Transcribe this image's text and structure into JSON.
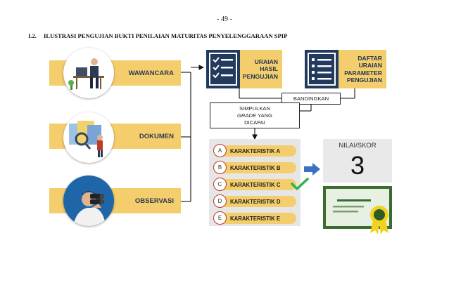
{
  "page_number": "- 49 -",
  "heading": {
    "number": "I.2.",
    "title": "ILUSTRASI PENGUJIAN BUKTI PENILAIAN MATURITAS PENYELENGGARAAN SPIP"
  },
  "methods": [
    {
      "label": "WAWANCARA",
      "icon": "interview-icon"
    },
    {
      "label": "DOKUMEN",
      "icon": "document-review-icon"
    },
    {
      "label": "OBSERVASI",
      "icon": "binoculars-observer-icon"
    }
  ],
  "boxes": {
    "uraian_lines": [
      "URAIAN",
      "HASIL",
      "PENGUJIAN"
    ],
    "daftar_lines": [
      "DAFTAR",
      "URAIAN",
      "PARAMETER",
      "PENGUJIAN"
    ],
    "bandingkan": "BANDINGKAN",
    "simpulkan_1": "SIMPULKAN",
    "simpulkan_grade": "GRADE",
    "simpulkan_yang": " YANG",
    "simpulkan_3": "DICAPAI"
  },
  "characteristics": [
    {
      "letter": "A",
      "label": "KARAKTERISTIK A"
    },
    {
      "letter": "B",
      "label": "KARAKTERISTIK B"
    },
    {
      "letter": "C",
      "label": "KARAKTERISTIK C"
    },
    {
      "letter": "D",
      "label": "KARAKTERISTIK D"
    },
    {
      "letter": "E",
      "label": "KARAKTERISTIK E"
    }
  ],
  "selected_letter": "C",
  "score": {
    "title": "NILAI/SKOR",
    "value": "3"
  },
  "colors": {
    "band": "#f4cd6c",
    "navy": "#223a5e",
    "check": "#2fb34a",
    "arrow": "#3d6fc2",
    "certificate": "#3a6b2f"
  }
}
